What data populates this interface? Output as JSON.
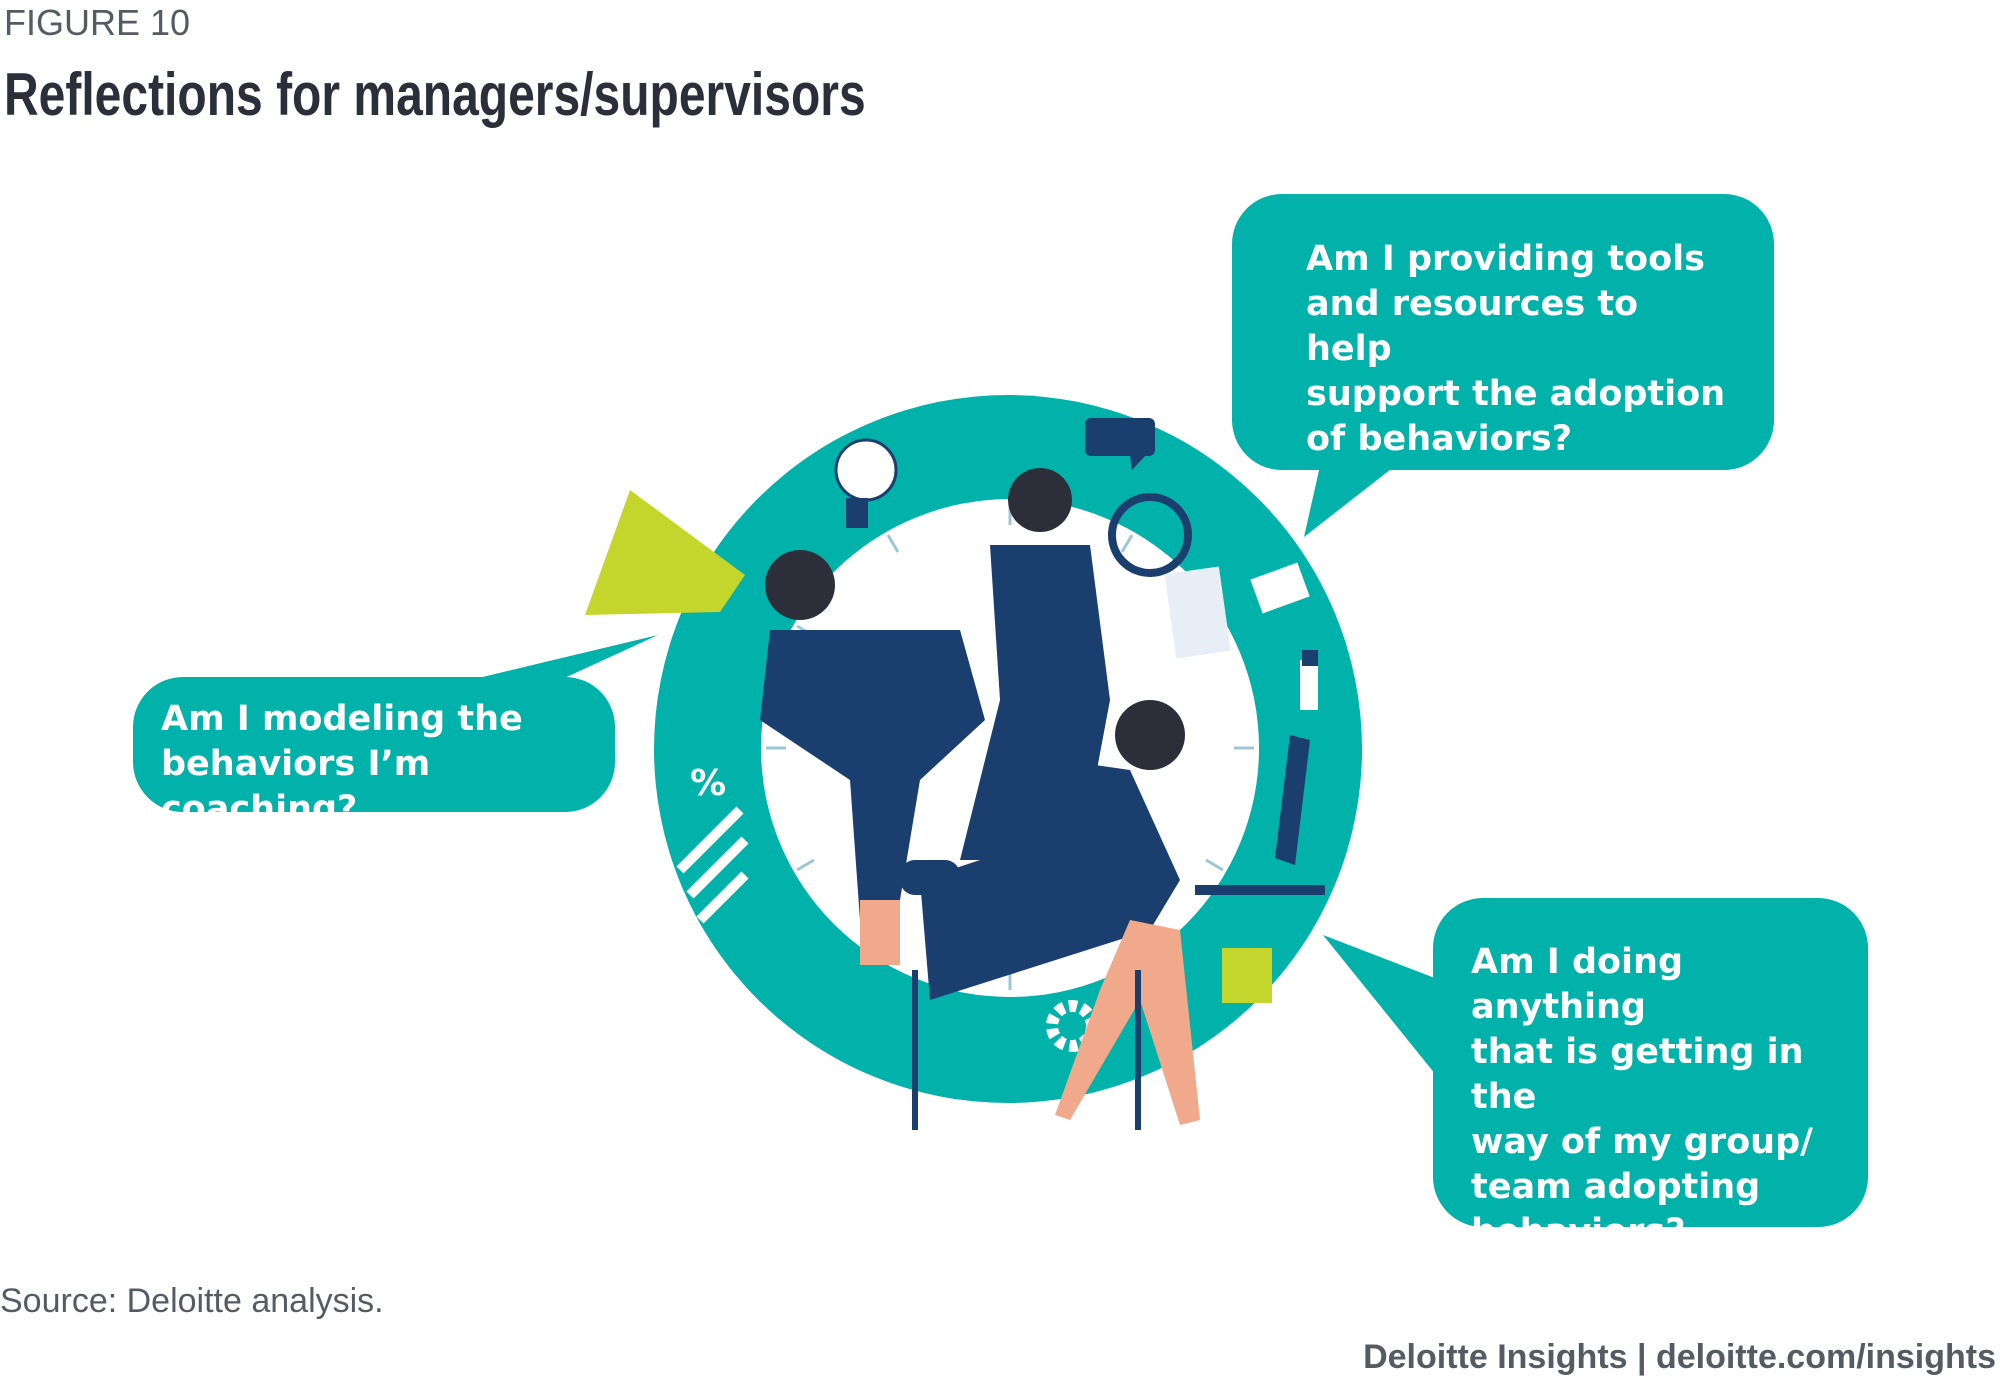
{
  "figure_label": "FIGURE 10",
  "title": "Reflections for managers/supervisors",
  "bubbles": {
    "top_right": "Am I providing tools\nand resources to help\nsupport the adoption\nof behaviors?",
    "left": "Am I modeling the\nbehaviors I’m coaching?",
    "bottom_right": "Am I doing anything\nthat is getting in the\nway of my group/\nteam adopting\nbehaviors?"
  },
  "source": "Source: Deloitte analysis.",
  "credit": "Deloitte Insights | deloitte.com/insights",
  "colors": {
    "teal": "#00b2a9",
    "navy": "#1a3e6e",
    "lime": "#c4d62c",
    "skin": "#f0a98a"
  }
}
